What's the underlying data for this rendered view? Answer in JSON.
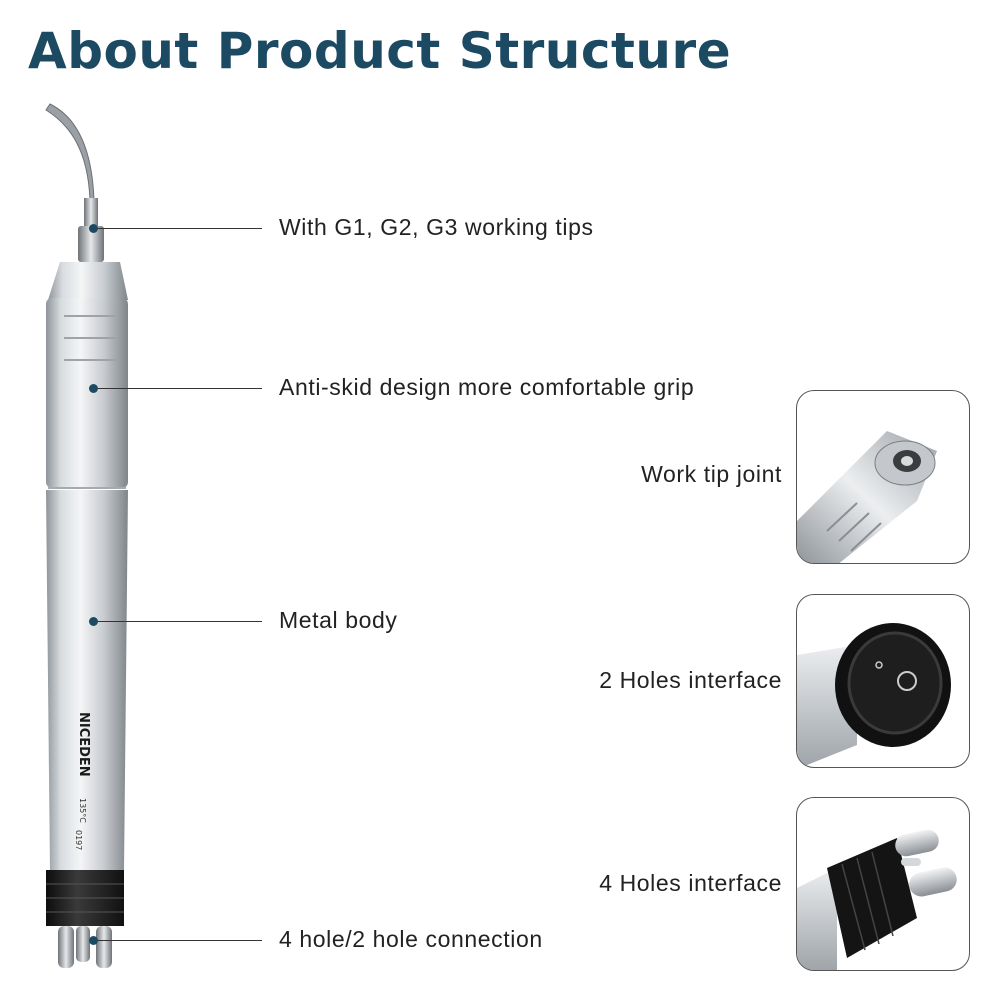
{
  "page": {
    "title": "About Product Structure",
    "title_color": "#1d4a63",
    "accent_color": "#1d4a63"
  },
  "device": {
    "brand_mark": "NICEDEN",
    "engravings": [
      "135°C",
      "0197"
    ]
  },
  "callouts": [
    {
      "label": "With G1, G2, G3 working tips"
    },
    {
      "label": "Anti-skid design more comfortable grip"
    },
    {
      "label": "Metal body"
    },
    {
      "label": "4 hole/2 hole connection"
    }
  ],
  "detail_cards": [
    {
      "label": "Work tip joint",
      "image": "work-tip-joint-closeup"
    },
    {
      "label": "2 Holes interface",
      "image": "two-holes-interface-closeup"
    },
    {
      "label": "4 Holes interface",
      "image": "four-holes-interface-closeup"
    }
  ]
}
